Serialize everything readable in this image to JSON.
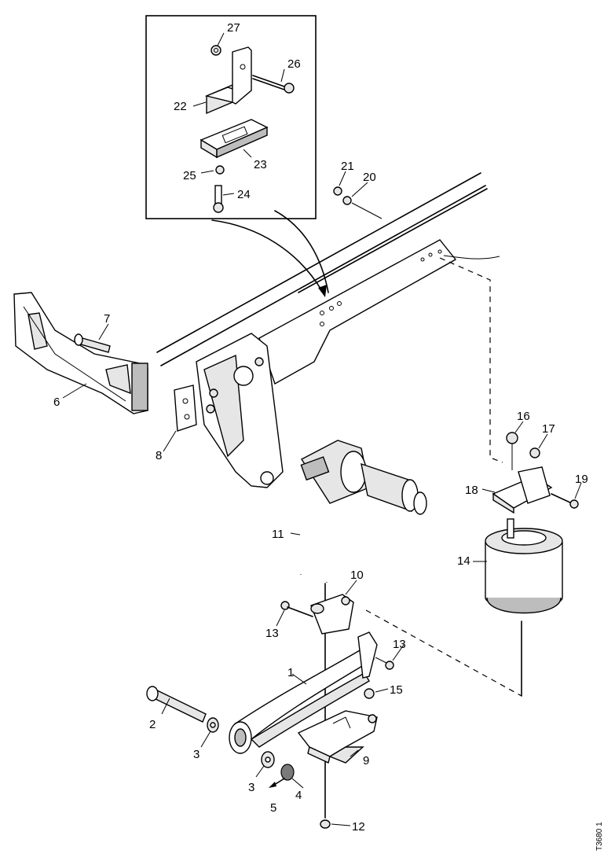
{
  "drawing_code": "T3680 1",
  "callouts": [
    {
      "id": "c1",
      "text": "1"
    },
    {
      "id": "c2",
      "text": "2"
    },
    {
      "id": "c3a",
      "text": "3"
    },
    {
      "id": "c3b",
      "text": "3"
    },
    {
      "id": "c4",
      "text": "4"
    },
    {
      "id": "c5",
      "text": "5"
    },
    {
      "id": "c6",
      "text": "6"
    },
    {
      "id": "c7",
      "text": "7"
    },
    {
      "id": "c8",
      "text": "8"
    },
    {
      "id": "c9",
      "text": "9"
    },
    {
      "id": "c10",
      "text": "10"
    },
    {
      "id": "c11",
      "text": "11"
    },
    {
      "id": "c12",
      "text": "12"
    },
    {
      "id": "c13a",
      "text": "13"
    },
    {
      "id": "c13b",
      "text": "13"
    },
    {
      "id": "c14",
      "text": "14"
    },
    {
      "id": "c15",
      "text": "15"
    },
    {
      "id": "c16",
      "text": "16"
    },
    {
      "id": "c17",
      "text": "17"
    },
    {
      "id": "c18",
      "text": "18"
    },
    {
      "id": "c19",
      "text": "19"
    },
    {
      "id": "c20",
      "text": "20"
    },
    {
      "id": "c21",
      "text": "21"
    },
    {
      "id": "c22",
      "text": "22"
    },
    {
      "id": "c23",
      "text": "23"
    },
    {
      "id": "c24",
      "text": "24"
    },
    {
      "id": "c25",
      "text": "25"
    },
    {
      "id": "c26",
      "text": "26"
    },
    {
      "id": "c27",
      "text": "27"
    }
  ]
}
